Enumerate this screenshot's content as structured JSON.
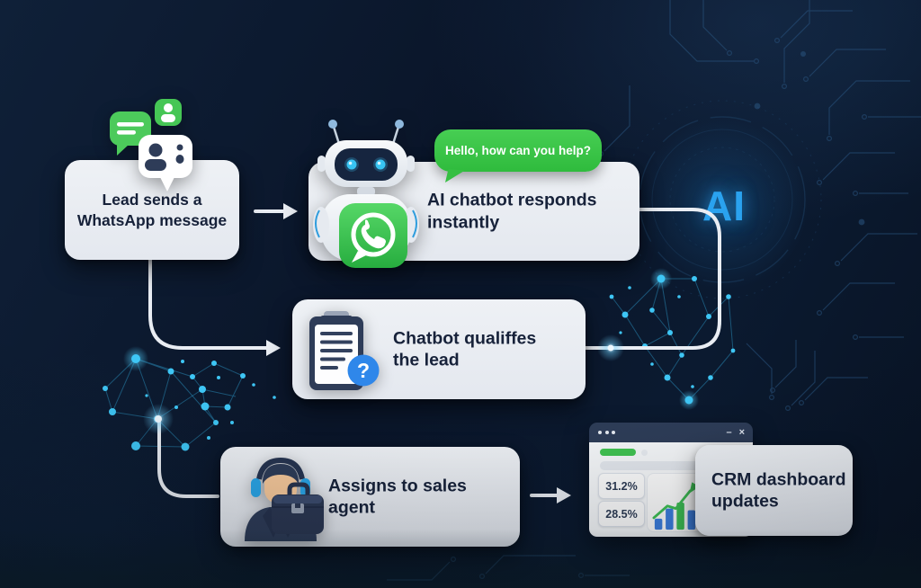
{
  "background": {
    "ai_label": "AI"
  },
  "steps": {
    "lead_message": {
      "label": "Lead sends a\nWhatsApp message"
    },
    "ai_responds": {
      "label": "AI chatbot responds\ninstantly",
      "chat_bubble": "Hello, how can you help?"
    },
    "qualify": {
      "label": "Chatbot qualiffes\nthe lead"
    },
    "assign": {
      "label": "Assigns to sales\nagent"
    },
    "crm_update": {
      "label": "CRM dashboard\nupdates"
    }
  },
  "dashboard": {
    "window": {
      "minimize": "–",
      "close": "×"
    },
    "stats": [
      {
        "value": "31.2%"
      },
      {
        "value": "28.5%"
      }
    ]
  },
  "chart_data": {
    "type": "bar",
    "categories": [
      "",
      "",
      "",
      ""
    ],
    "values": [
      13,
      25,
      32,
      23
    ],
    "unit": "relative height (unlabeled mini chart)",
    "colors": [
      "#3d7fe0",
      "#3d7fe0",
      "#3fc255",
      "#3d7fe0"
    ],
    "trend": "up",
    "title": "",
    "xlabel": "",
    "ylabel": ""
  },
  "colors": {
    "accent_green": "#3cc549",
    "accent_blue": "#2aa2ef",
    "card_bg": "#e9ecf2",
    "background_navy": "#0b1830"
  }
}
